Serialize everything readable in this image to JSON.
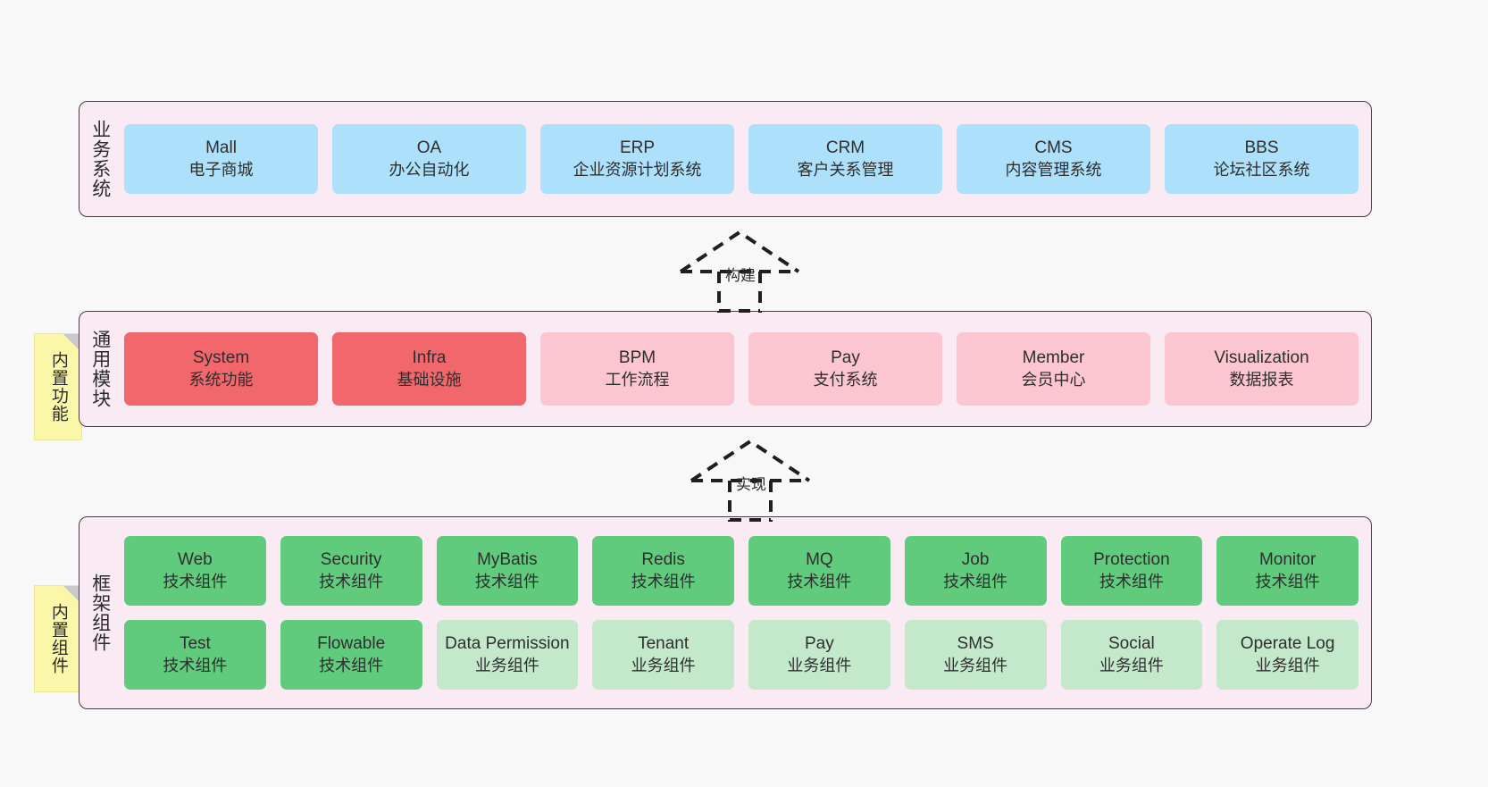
{
  "diagram": {
    "background_color": "#f8f8f8",
    "panel_color": "#faeaf3",
    "panel_border_color": "#4a3b45",
    "note_color": "#fbf7a8",
    "note_fold_color": "#c9c9c9"
  },
  "layers": [
    {
      "id": "business-system",
      "title": "业务系统",
      "note": null,
      "rows": [
        {
          "cards": [
            {
              "en": "Mall",
              "cn": "电子商城",
              "color": "#ade0fb",
              "tone": "blue"
            },
            {
              "en": "OA",
              "cn": "办公自动化",
              "color": "#ade0fb",
              "tone": "blue"
            },
            {
              "en": "ERP",
              "cn": "企业资源计划系统",
              "color": "#ade0fb",
              "tone": "blue"
            },
            {
              "en": "CRM",
              "cn": "客户关系管理",
              "color": "#ade0fb",
              "tone": "blue"
            },
            {
              "en": "CMS",
              "cn": "内容管理系统",
              "color": "#ade0fb",
              "tone": "blue"
            },
            {
              "en": "BBS",
              "cn": "论坛社区系统",
              "color": "#ade0fb",
              "tone": "blue"
            }
          ]
        }
      ]
    },
    {
      "id": "common-module",
      "title": "通用模块",
      "note": "内置功能",
      "rows": [
        {
          "cards": [
            {
              "en": "System",
              "cn": "系统功能",
              "color": "#f1676c",
              "tone": "red"
            },
            {
              "en": "Infra",
              "cn": "基础设施",
              "color": "#f1676c",
              "tone": "red"
            },
            {
              "en": "BPM",
              "cn": "工作流程",
              "color": "#fbc6d0",
              "tone": "pink"
            },
            {
              "en": "Pay",
              "cn": "支付系统",
              "color": "#fbc6d0",
              "tone": "pink"
            },
            {
              "en": "Member",
              "cn": "会员中心",
              "color": "#fbc6d0",
              "tone": "pink"
            },
            {
              "en": "Visualization",
              "cn": "数据报表",
              "color": "#fbc6d0",
              "tone": "pink"
            }
          ]
        }
      ]
    },
    {
      "id": "framework-component",
      "title": "框架组件",
      "note": "内置组件",
      "rows": [
        {
          "cards": [
            {
              "en": "Web",
              "cn": "技术组件",
              "color": "#61cb7d",
              "tone": "green"
            },
            {
              "en": "Security",
              "cn": "技术组件",
              "color": "#61cb7d",
              "tone": "green"
            },
            {
              "en": "MyBatis",
              "cn": "技术组件",
              "color": "#61cb7d",
              "tone": "green"
            },
            {
              "en": "Redis",
              "cn": "技术组件",
              "color": "#61cb7d",
              "tone": "green"
            },
            {
              "en": "MQ",
              "cn": "技术组件",
              "color": "#61cb7d",
              "tone": "green"
            },
            {
              "en": "Job",
              "cn": "技术组件",
              "color": "#61cb7d",
              "tone": "green"
            },
            {
              "en": "Protection",
              "cn": "技术组件",
              "color": "#61cb7d",
              "tone": "green"
            },
            {
              "en": "Monitor",
              "cn": "技术组件",
              "color": "#61cb7d",
              "tone": "green"
            }
          ]
        },
        {
          "cards": [
            {
              "en": "Test",
              "cn": "技术组件",
              "color": "#61cb7d",
              "tone": "green"
            },
            {
              "en": "Flowable",
              "cn": "技术组件",
              "color": "#61cb7d",
              "tone": "green"
            },
            {
              "en": "Data Permission",
              "cn": "业务组件",
              "color": "#c3e9ca",
              "tone": "lightgreen"
            },
            {
              "en": "Tenant",
              "cn": "业务组件",
              "color": "#c3e9ca",
              "tone": "lightgreen"
            },
            {
              "en": "Pay",
              "cn": "业务组件",
              "color": "#c3e9ca",
              "tone": "lightgreen"
            },
            {
              "en": "SMS",
              "cn": "业务组件",
              "color": "#c3e9ca",
              "tone": "lightgreen"
            },
            {
              "en": "Social",
              "cn": "业务组件",
              "color": "#c3e9ca",
              "tone": "lightgreen"
            },
            {
              "en": "Operate Log",
              "cn": "业务组件",
              "color": "#c3e9ca",
              "tone": "lightgreen"
            }
          ]
        }
      ]
    }
  ],
  "connectors": [
    {
      "id": "build",
      "label": "构建",
      "style": "dashed-hollow-triangle-up"
    },
    {
      "id": "implement",
      "label": "实现",
      "style": "dashed-hollow-triangle-up"
    }
  ]
}
